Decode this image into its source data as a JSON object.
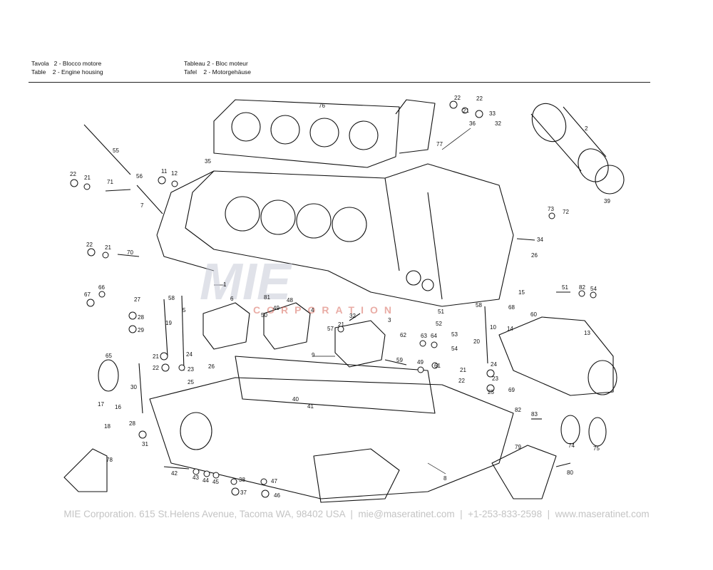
{
  "header": {
    "left": [
      "Tavola   2 - Blocco motore",
      "Table    2 - Engine housing"
    ],
    "right": [
      "Tableau 2 - Bloc moteur",
      "Tafel    2 - Motorgehäuse"
    ]
  },
  "watermark": {
    "brand": "MIE",
    "sub": "CORPORATION"
  },
  "footer": "MIE Corporation. 615 St.Helens Avenue, Tacoma WA, 98402 USA  |  mie@maseratinet.com  |  +1-253-833-2598  |  www.maseratinet.com",
  "part_numbers": [
    "76",
    "22",
    "22",
    "21",
    "33",
    "36",
    "32",
    "2",
    "77",
    "55",
    "35",
    "22",
    "21",
    "71",
    "56",
    "11",
    "12",
    "7",
    "39",
    "73",
    "72",
    "34",
    "26",
    "22",
    "21",
    "70",
    "1",
    "66",
    "67",
    "58",
    "27",
    "81",
    "6",
    "48",
    "4",
    "49",
    "50",
    "15",
    "51",
    "82",
    "54",
    "68",
    "60",
    "28",
    "29",
    "19",
    "5",
    "57",
    "21",
    "32",
    "3",
    "51",
    "58",
    "62",
    "63",
    "64",
    "53",
    "10",
    "52",
    "54",
    "14",
    "13",
    "65",
    "21",
    "22",
    "24",
    "23",
    "25",
    "20",
    "9",
    "59",
    "49",
    "61",
    "21",
    "22",
    "24",
    "23",
    "25",
    "69",
    "26",
    "30",
    "40",
    "41",
    "82",
    "83",
    "17",
    "16",
    "18",
    "28",
    "31",
    "74",
    "75",
    "79",
    "78",
    "42",
    "43",
    "44",
    "45",
    "38",
    "37",
    "47",
    "46",
    "8",
    "80"
  ]
}
